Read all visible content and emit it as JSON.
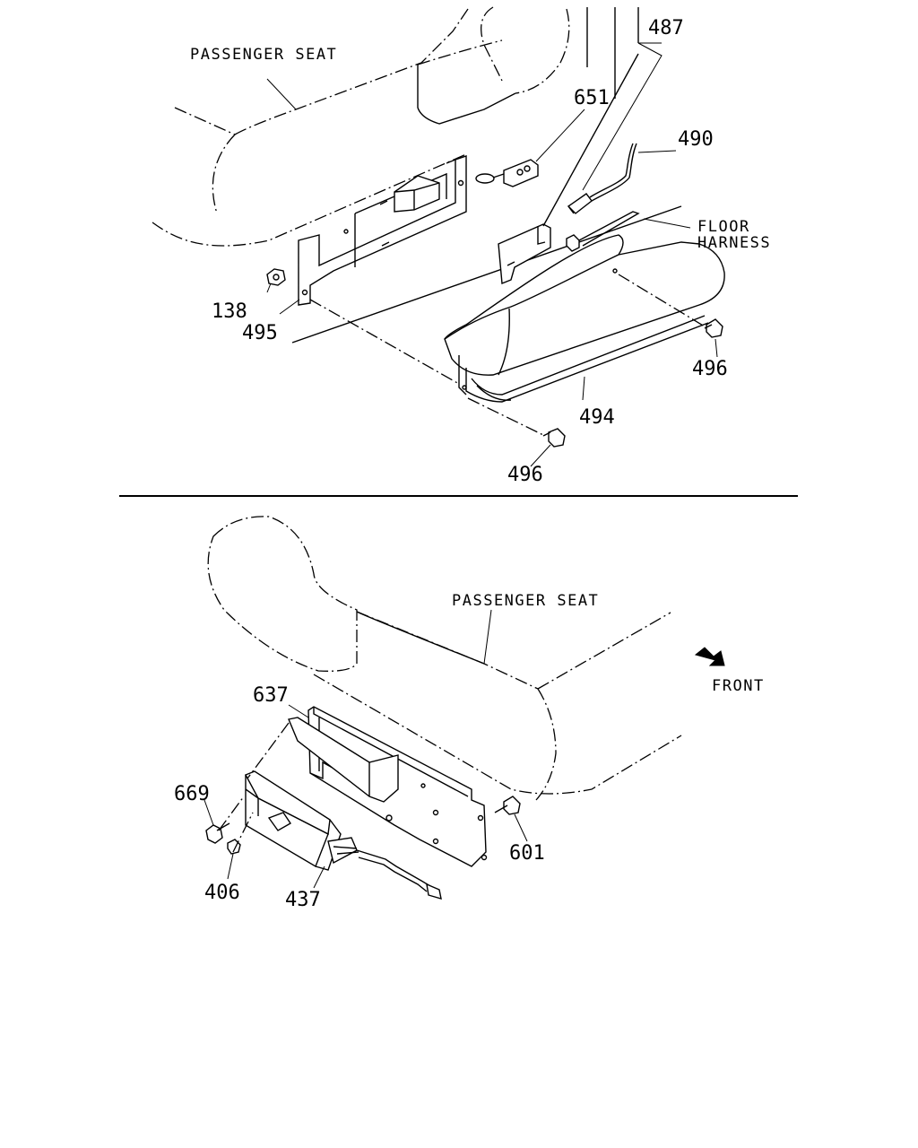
{
  "top_section": {
    "seat_caption": "PASSENGER SEAT",
    "floor_harness_line1": "FLOOR",
    "floor_harness_line2": "HARNESS",
    "callouts": {
      "c487": "487",
      "c651": "651",
      "c490": "490",
      "c138": "138",
      "c495": "495",
      "c496_right": "496",
      "c494": "494",
      "c496_bottom": "496"
    }
  },
  "bottom_section": {
    "seat_caption": "PASSENGER SEAT",
    "front_label": "FRONT",
    "callouts": {
      "c637": "637",
      "c669": "669",
      "c406": "406",
      "c437": "437",
      "c601": "601"
    }
  },
  "icons": {
    "front_arrow": "front-direction-arrow-icon"
  }
}
